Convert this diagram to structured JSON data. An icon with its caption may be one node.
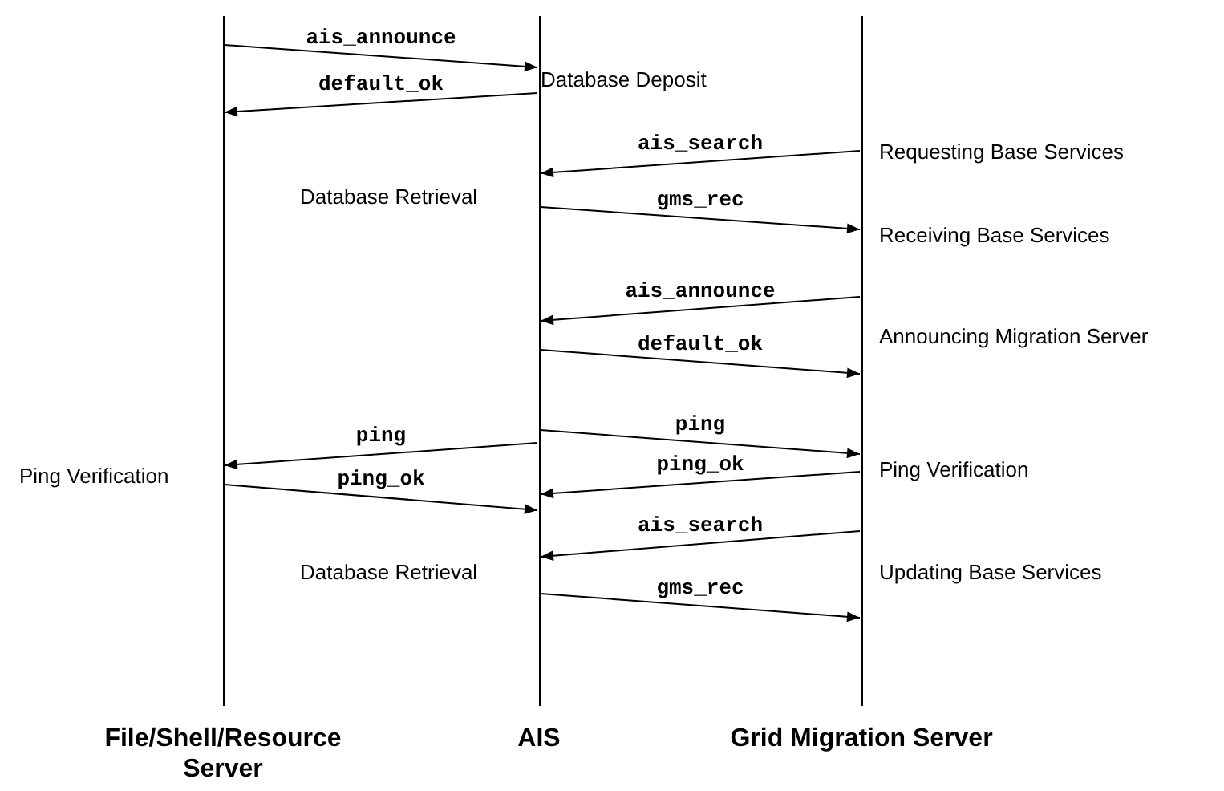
{
  "diagram": {
    "nodes": [
      {
        "text": [
          "File/Shell/Resource Server"
        ]
      },
      {
        "text": [
          "AIS"
        ]
      },
      {
        "text": [
          "Grid Migration Server"
        ]
      }
    ],
    "edges": [
      {
        "from": 0,
        "to": 1,
        "arrow": "to",
        "label": "ais_announce"
      },
      {
        "from": 1,
        "to": 0,
        "arrow": "to",
        "label": "default_ok"
      },
      {
        "from": 2,
        "to": 1,
        "arrow": "to",
        "label": "ais_search"
      },
      {
        "from": 1,
        "to": 2,
        "arrow": "to",
        "label": "gms_rec"
      },
      {
        "from": 2,
        "to": 1,
        "arrow": "to",
        "label": "ais_announce"
      },
      {
        "from": 1,
        "to": 2,
        "arrow": "to",
        "label": "default_ok"
      },
      {
        "from": 1,
        "to": 0,
        "arrow": "to",
        "label": "ping"
      },
      {
        "from": 1,
        "to": 2,
        "arrow": "to",
        "label": "ping"
      },
      {
        "from": 0,
        "to": 1,
        "arrow": "to",
        "label": "ping_ok"
      },
      {
        "from": 2,
        "to": 1,
        "arrow": "to",
        "label": "ping_ok"
      },
      {
        "from": 2,
        "to": 1,
        "arrow": "to",
        "label": "ais_search"
      },
      {
        "from": 1,
        "to": 2,
        "arrow": "to",
        "label": "gms_rec"
      }
    ],
    "labels": [
      "Database Deposit",
      "Requesting Base Services",
      "Database Retrieval",
      "Receiving Base Services",
      "Announcing Migration Server",
      "Ping Verification",
      "Ping Verification",
      "Database Retrieval",
      "Updating Base Services"
    ]
  }
}
